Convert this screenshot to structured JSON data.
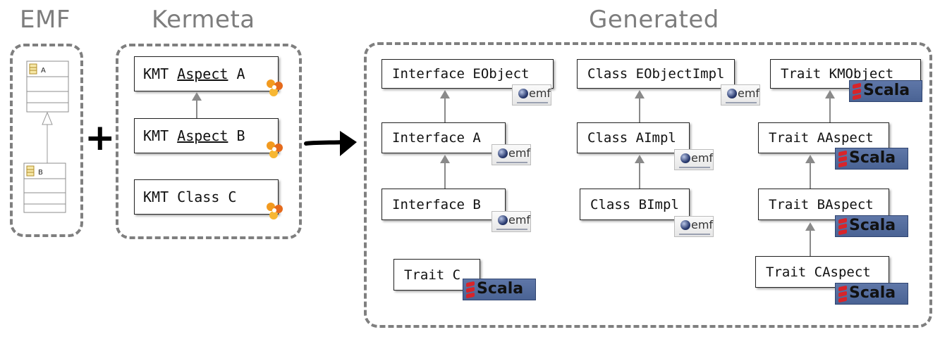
{
  "headings": {
    "emf": "EMF",
    "kermeta": "Kermeta",
    "generated": "Generated"
  },
  "emf_model": {
    "class_a": "A",
    "class_b": "B"
  },
  "kermeta": {
    "aspect_a": {
      "prefix": "KMT ",
      "keyword": "Aspect",
      "suffix": " A"
    },
    "aspect_b": {
      "prefix": "KMT ",
      "keyword": "Aspect",
      "suffix": " B"
    },
    "class_c": "KMT Class C"
  },
  "operators": {
    "plus": "+"
  },
  "generated": {
    "interfaces": [
      "Interface EObject",
      "Interface A",
      "Interface B"
    ],
    "trait_c": "Trait C",
    "impls": [
      "Class EObjectImpl",
      "Class AImpl",
      "Class BImpl"
    ],
    "traits": [
      "Trait KMObject",
      "Trait AAspect",
      "Trait BAspect",
      "Trait CAspect"
    ]
  },
  "badges": {
    "emf": "emf",
    "scala": "Scala"
  },
  "colors": {
    "dashed_border": "#7f7f7f",
    "heading": "#7d7d7d",
    "scala_red": "#d8242a",
    "scala_bg": "#4f6898",
    "kermeta_orange": "#f29a1f"
  },
  "icons": [
    "class-icon",
    "inheritance-arrow-icon",
    "kermeta-logo-icon",
    "emf-logo-icon",
    "scala-logo-icon",
    "right-arrow-icon"
  ]
}
